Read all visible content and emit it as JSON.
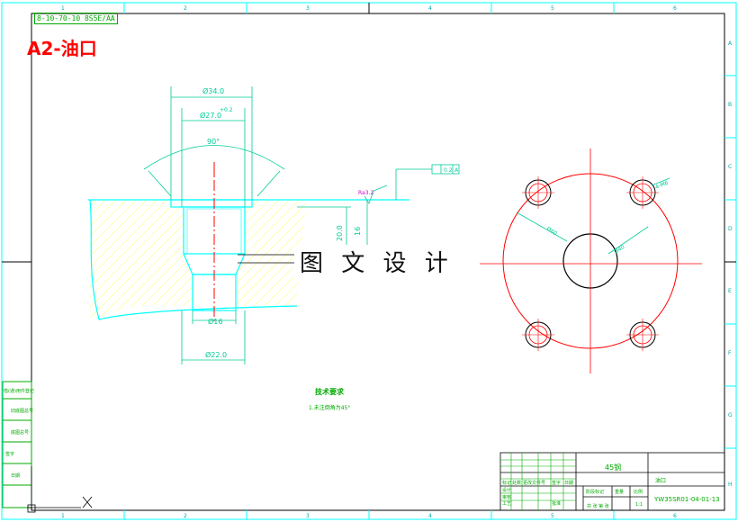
{
  "header": {
    "title": "A2-油口",
    "rotated_code": "8-10-70-10 8S5E/AA"
  },
  "watermark": "图 文 设 计",
  "border": {
    "top_zones": [
      "1",
      "2",
      "3",
      "4",
      "5",
      "6"
    ],
    "right_zones": [
      "A",
      "B",
      "C",
      "D",
      "E",
      "F",
      "G",
      "H"
    ]
  },
  "dimensions": {
    "d34": "Ø34.0",
    "d27": "Ø27.0",
    "tol": "+0.2",
    "angle": "90°",
    "d16": "Ø16",
    "d22": "Ø22.0",
    "h20": "20.0",
    "h16": "16",
    "ra": "Ra3.2",
    "flatness": "0.2",
    "datum": "A",
    "pcd_label": "Ø60",
    "hole_label": "4-M6",
    "center_label": "Ø40"
  },
  "notes": {
    "title": "技术要求",
    "line1": "1.未注倒角为45°"
  },
  "left_strip": [
    "借(通)用件登记",
    "旧底图总号",
    "底图总号",
    "签字",
    "日期"
  ],
  "title_block": {
    "material": "45钢",
    "part_name": "油口",
    "drawing_no": "YW35SR01-04-01-13",
    "scale_label": "比例",
    "scale": "1:1",
    "weight_label": "重量",
    "stage_label": "阶段标记",
    "mark_labels": [
      "标记",
      "处数",
      "更改文件号",
      "签字",
      "日期"
    ],
    "role_labels": [
      "设计",
      "审核",
      "工艺",
      "批准"
    ],
    "sheet_text": "共 张 第 张"
  },
  "colors": {
    "frame": "#00ffff",
    "line": "#00ffff",
    "center": "#ff0000",
    "hatch": "#ffff66",
    "dim": "#00cc99",
    "text_green": "#00aa00"
  }
}
